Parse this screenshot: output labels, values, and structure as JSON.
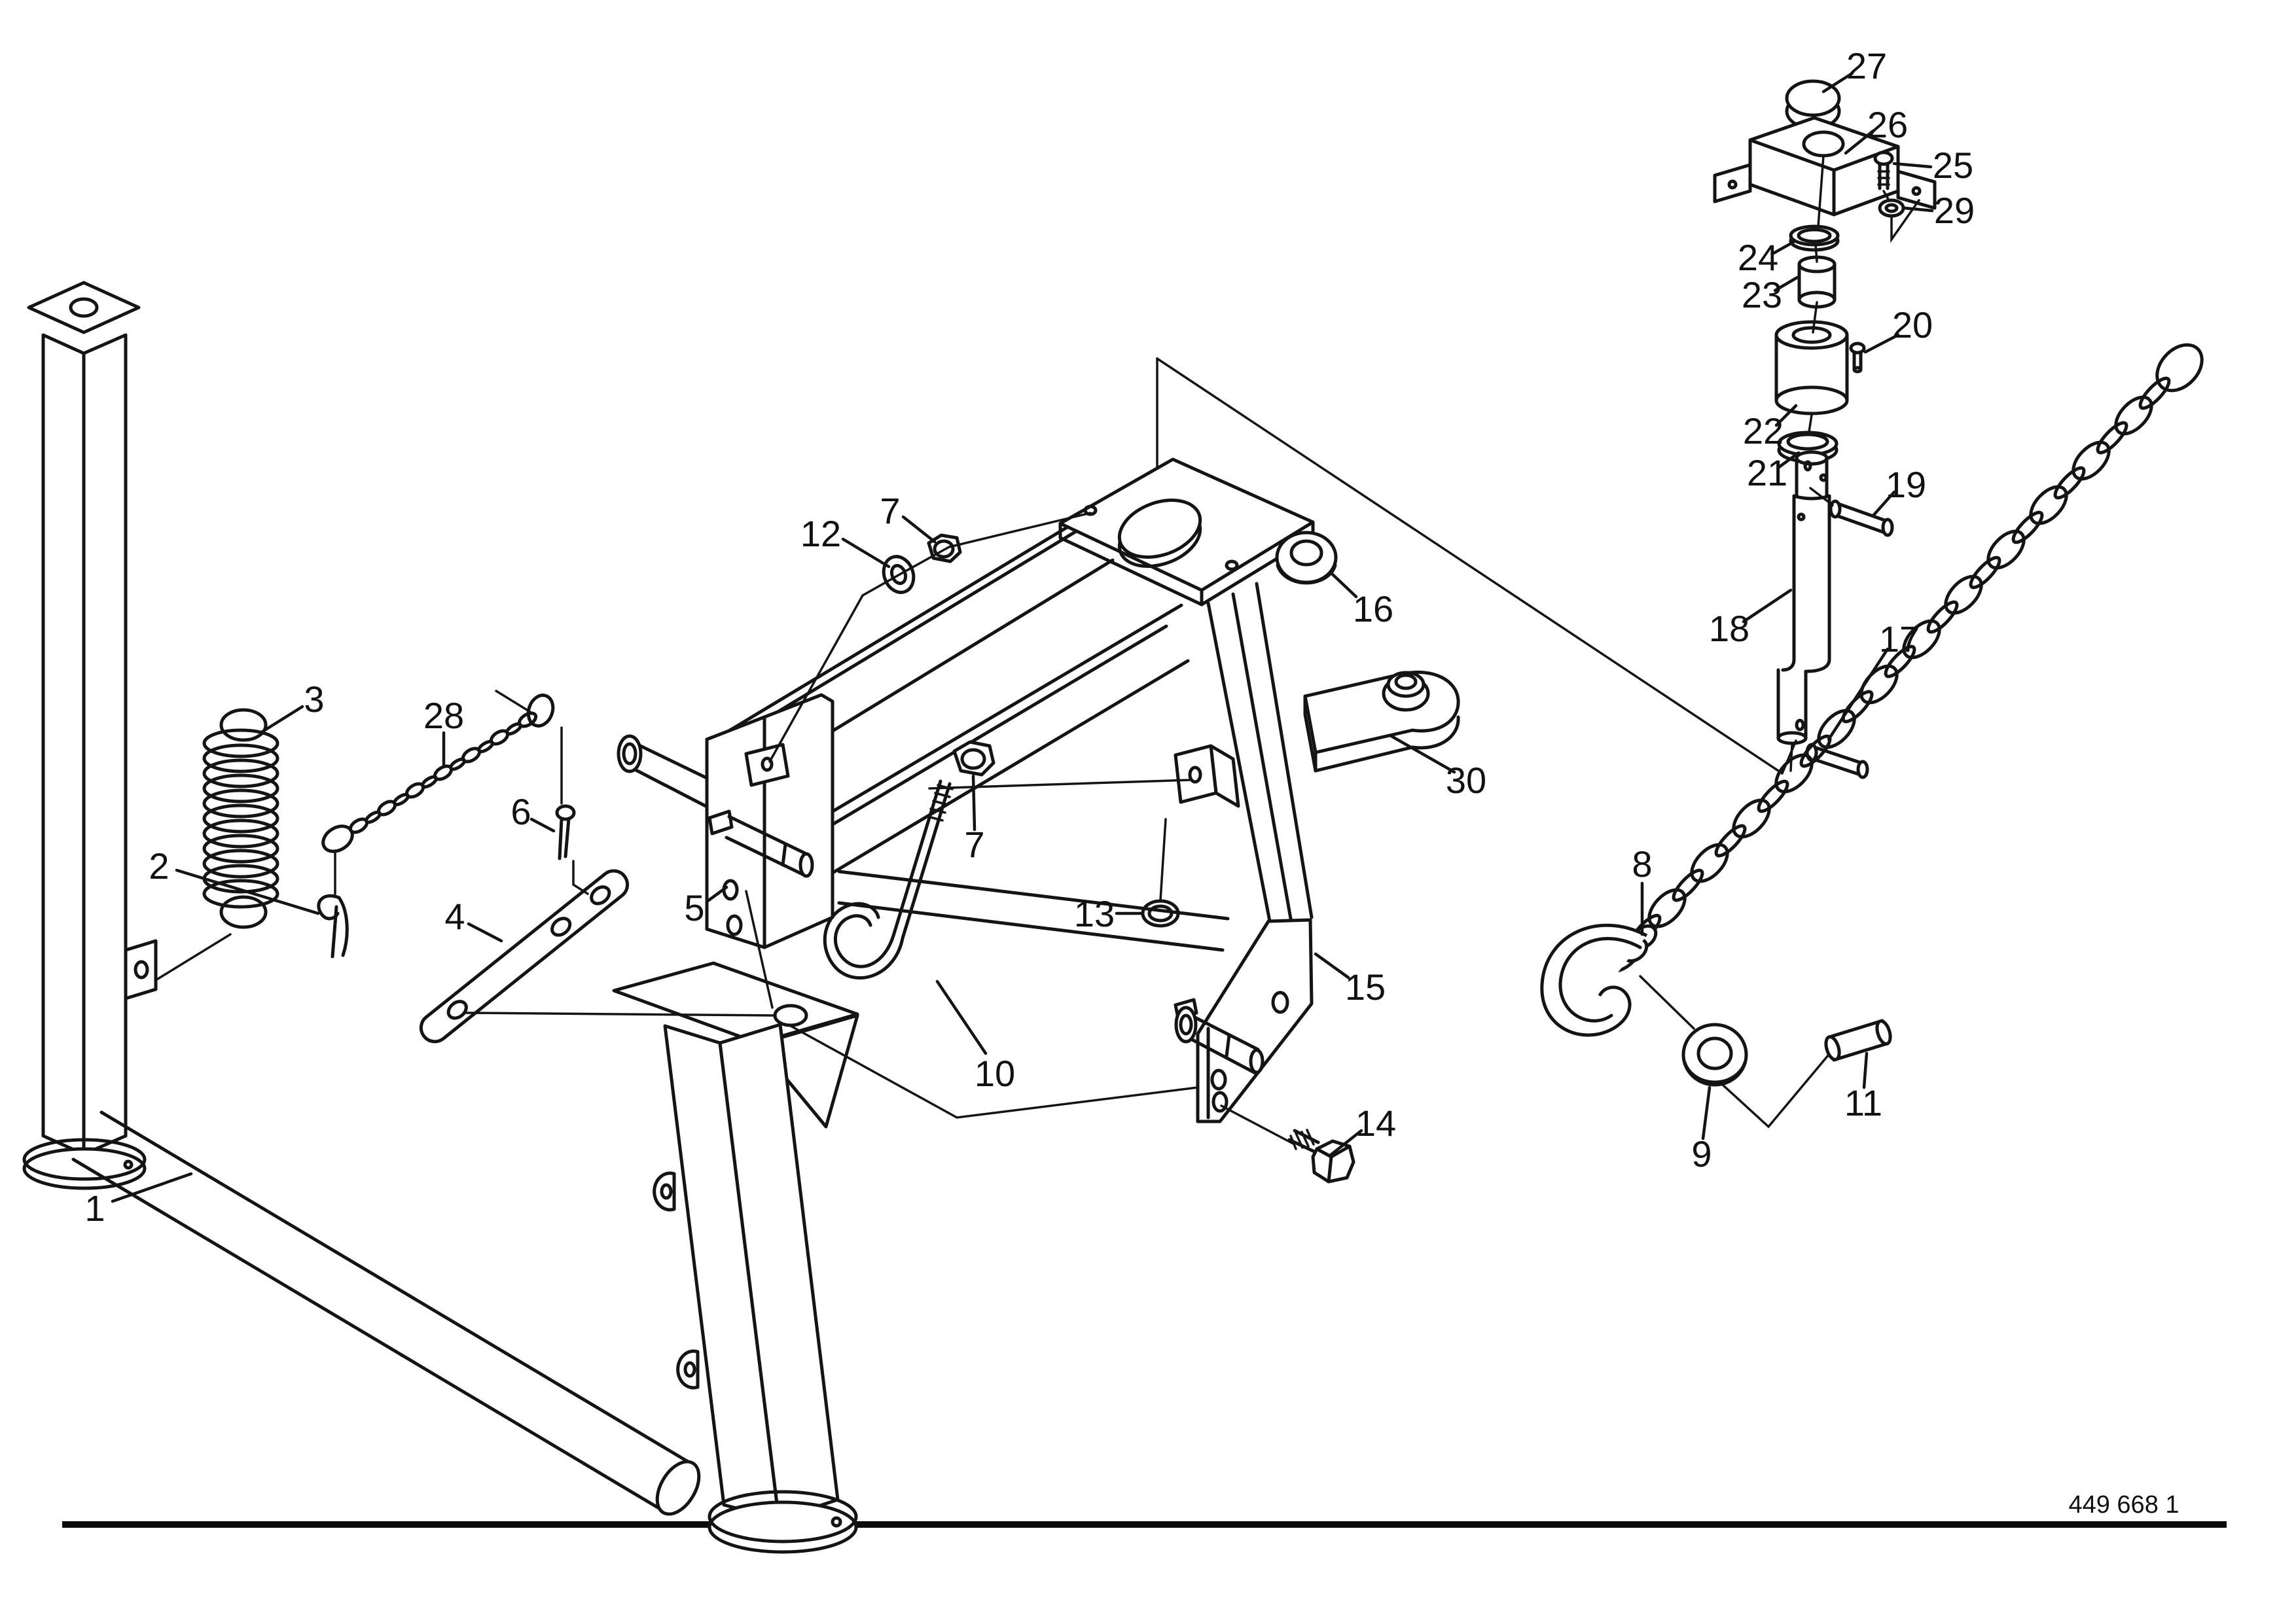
{
  "drawing": {
    "ref_number": "449 668 1"
  },
  "callouts": {
    "c1": "1",
    "c2": "2",
    "c3": "3",
    "c4": "4",
    "c5": "5",
    "c6": "6",
    "c7a": "7",
    "c7b": "7",
    "c8": "8",
    "c9": "9",
    "c10": "10",
    "c11": "11",
    "c12": "12",
    "c13": "13",
    "c14": "14",
    "c15": "15",
    "c16": "16",
    "c17": "17",
    "c18": "18",
    "c19": "19",
    "c20": "20",
    "c21": "21",
    "c22": "22",
    "c23": "23",
    "c24": "24",
    "c25": "25",
    "c26": "26",
    "c27": "27",
    "c28": "28",
    "c29": "29",
    "c30": "30"
  }
}
